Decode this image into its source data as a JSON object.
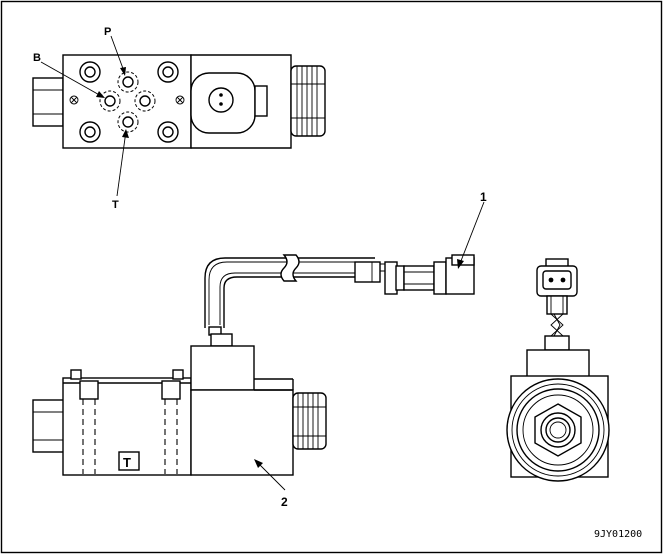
{
  "labels": {
    "port_p": "P",
    "port_b": "B",
    "port_t": "T",
    "callout_1": "1",
    "callout_2": "2",
    "body_mark": "T"
  },
  "drawing_code": "9JY01200"
}
